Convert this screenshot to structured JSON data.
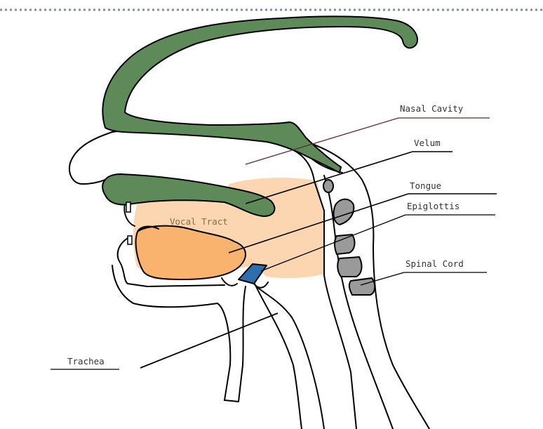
{
  "labels": {
    "nasal_cavity": "Nasal Cavity",
    "velum": "Velum",
    "tongue": "Tongue",
    "epiglottis": "Epiglottis",
    "spinal_cord": "Spinal Cord",
    "trachea": "Trachea",
    "vocal_tract": "Vocal Tract"
  },
  "colors": {
    "bone": "#5e8a5a",
    "vocal_tract": "#fbd6b0",
    "tongue": "#f9b36e",
    "vertebrae": "#9a9a9a",
    "epiglottis": "#2d6fae",
    "outline": "#000000",
    "dotted_border": "#7b8fa8"
  }
}
